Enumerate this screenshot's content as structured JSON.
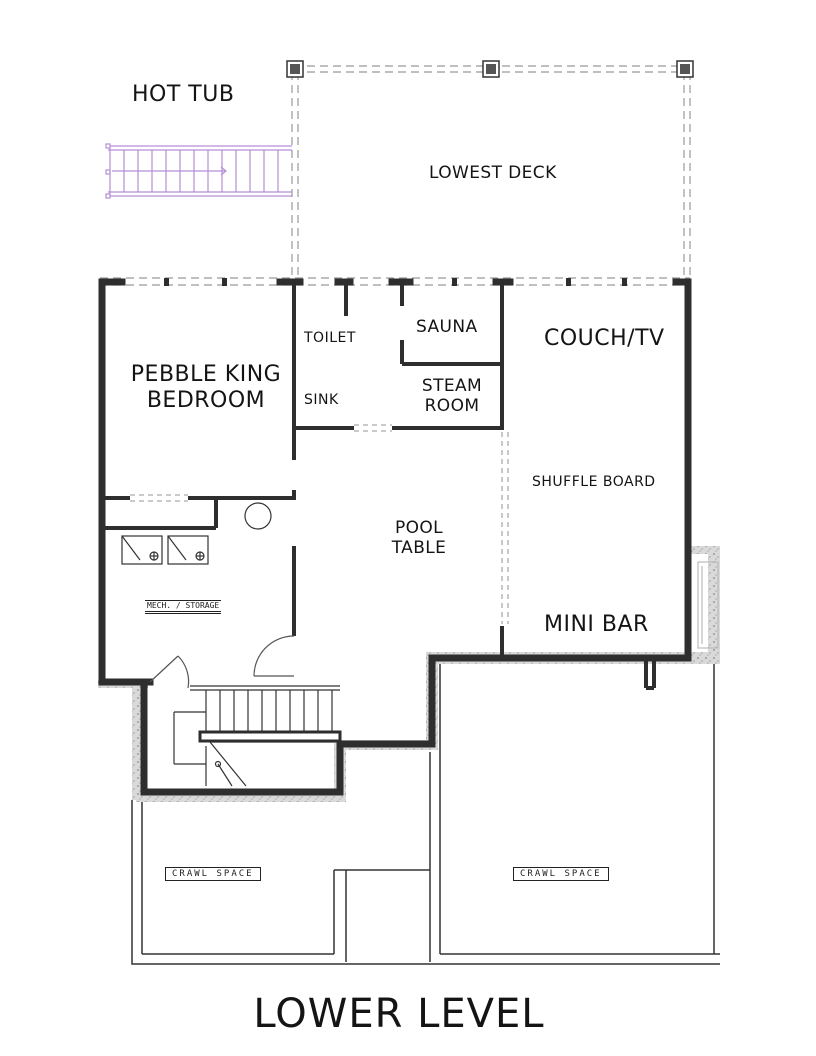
{
  "plan": {
    "title": "LOWER LEVEL",
    "rooms": {
      "hot_tub": "HOT TUB",
      "lowest_deck": "LOWEST DECK",
      "toilet": "TOILET",
      "sauna": "SAUNA",
      "couch_tv": "COUCH/TV",
      "bedroom_line1": "PEBBLE KING",
      "bedroom_line2": "BEDROOM",
      "sink": "SINK",
      "steam_line1": "STEAM",
      "steam_line2": "ROOM",
      "shuffle_board": "SHUFFLE BOARD",
      "pool_line1": "POOL",
      "pool_line2": "TABLE",
      "mini_bar": "MINI BAR",
      "mech_storage": "MECH. / STORAGE",
      "crawl_space_left": "CRAWL SPACE",
      "crawl_space_right": "CRAWL SPACE"
    },
    "colors": {
      "wall": "#2e2e2e",
      "stair_accent": "#b48fd6"
    }
  }
}
